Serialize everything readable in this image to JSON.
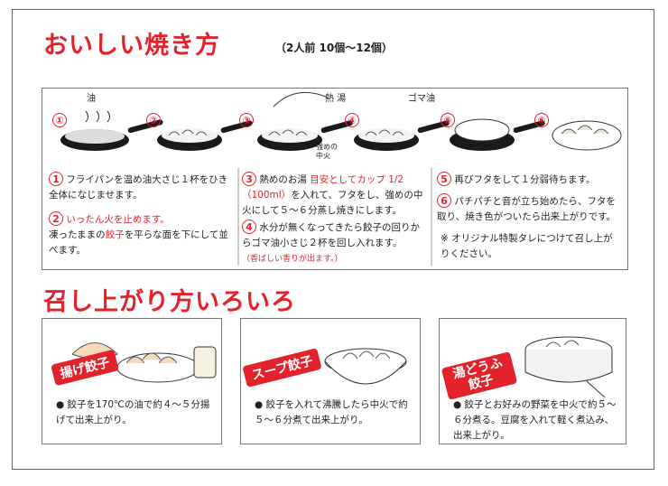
{
  "heading": {
    "title": "おいしい焼き方",
    "subtitle": "（2人前 10個〜12個）"
  },
  "pan_steps": [
    "①",
    "②",
    "③",
    "④",
    "⑤",
    "⑥"
  ],
  "labels": {
    "oil": "油",
    "hot_water": "熱 湯",
    "sesame_oil": "ゴマ油",
    "medium_heat": "強めの中火"
  },
  "steps": {
    "s1": {
      "num": "1",
      "text": "フライパンを温め油大さじ１杯をひき全体になじませます。"
    },
    "s2": {
      "num": "2",
      "lead": "いったん火を止めます。",
      "text_pre": "凍ったままの",
      "highlight": "餃子",
      "text_post": "を平らな面を下にして並べます。"
    },
    "s3": {
      "num": "3",
      "pre": "熱めのお湯 ",
      "highlight": "目安としてカップ 1/2（100ml）",
      "post": "を入れて、フタをし、強めの中火にして５〜６分蒸し焼きにします。"
    },
    "s4": {
      "num": "4",
      "text": "水分が無くなってきたら餃子の回りからゴマ油小さじ２杯を回し入れます。",
      "note": "（香ばしい香りが出ます。）"
    },
    "s5": {
      "num": "5",
      "text": "再びフタをして１分弱待ちます。"
    },
    "s6": {
      "num": "6",
      "text": "パチパチと音が立ち始めたら、フタを取り、焼き色がついたら出来上がりです。"
    },
    "memo": {
      "mark": "※",
      "text": "オリジナル特製タレにつけて召し上がりください。"
    }
  },
  "serving": {
    "title": "召し上がり方いろいろ",
    "cards": [
      {
        "badge": "揚げ餃子",
        "text": "餃子を170℃の油で約４〜５分揚げて出来上がり。"
      },
      {
        "badge": "スープ餃子",
        "text": "餃子を入れて沸騰したら中火で約５〜６分煮て出来上がり。"
      },
      {
        "badge": "湯どうふ餃子",
        "text": "餃子とお好みの野菜を中火で約５〜６分煮る。豆腐を入れて軽く煮込み、出来上がり。"
      }
    ]
  },
  "colors": {
    "accent": "#e4222c",
    "pan": "#1a1a1a"
  }
}
